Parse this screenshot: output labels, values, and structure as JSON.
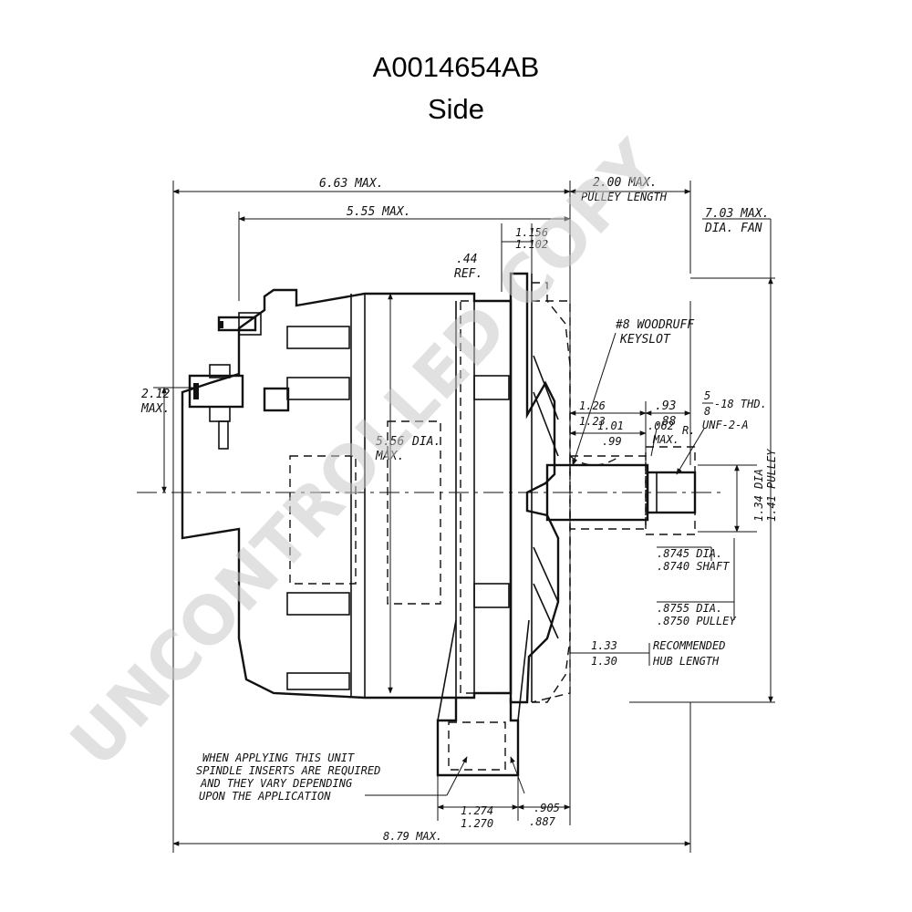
{
  "title": "A0014654AB",
  "subtitle": "Side",
  "watermark": "UNCONTROLLED COPY",
  "dimensions": {
    "overall_max": "6.63 MAX.",
    "body_max": "5.55 MAX.",
    "pulley_length_value": "2.00 MAX.",
    "pulley_length_label": "PULLEY LENGTH",
    "hub_offset_a": "1.156",
    "hub_offset_b": "1.102",
    "ref_value": ".44",
    "ref_label": "REF.",
    "fan_dia_value": "7.03 MAX.",
    "fan_dia_label": "DIA. FAN",
    "keyslot_line1": "#8 WOODRUFF",
    "keyslot_line2": "KEYSLOT",
    "dim_126": "1.26",
    "dim_123": "1.23",
    "dim_93": ".93",
    "dim_88": ".88",
    "thread_a": "5",
    "thread_b": "8",
    "thread_c": "-18 THD.",
    "thread_d": "UNF-2-A",
    "dim_101": "1.01",
    "dim_99": ".99",
    "radius_value": ".062",
    "radius_r": "R.",
    "radius_max": "MAX.",
    "height_212": "2.12",
    "height_max": "MAX.",
    "body_dia_value": "5.56",
    "body_dia_label": "DIA.",
    "body_dia_max": "MAX.",
    "dia_134": "1.34 DIA",
    "dia_141": "1.41 PULLEY",
    "shaft_dia_a": ".8745 DIA.",
    "shaft_dia_b": ".8740 SHAFT",
    "pulley_dia_a": ".8755 DIA.",
    "pulley_dia_b": ".8750 PULLEY",
    "hub_len_a": "1.33",
    "hub_len_b": "1.30",
    "hub_len_label1": "RECOMMENDED",
    "hub_len_label2": "HUB LENGTH",
    "note_line1": "WHEN APPLYING THIS UNIT",
    "note_line2": "SPINDLE INSERTS ARE REQUIRED",
    "note_line3": "AND THEY VARY DEPENDING",
    "note_line4": "UPON THE APPLICATION",
    "mount_a": "1.274",
    "mount_b": "1.270",
    "mount_c": ".905",
    "mount_d": ".887",
    "total_length": "8.79 MAX."
  }
}
